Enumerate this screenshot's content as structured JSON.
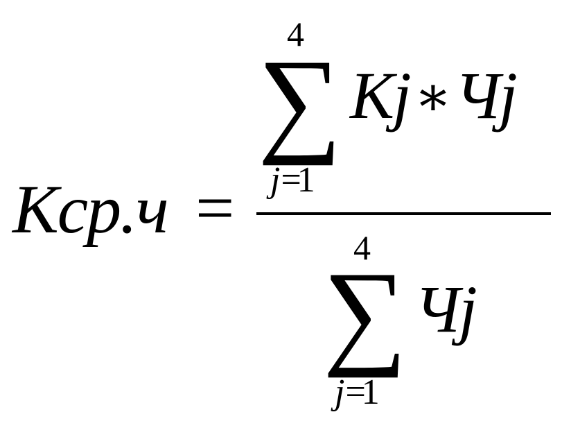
{
  "formula": {
    "lhs": "Kср.ч",
    "equals": "=",
    "numerator": {
      "sum_symbol": "∑",
      "upper_limit": "4",
      "lower_index": "j",
      "lower_equals": "=",
      "lower_start": "1",
      "factor_left": "Kj",
      "operator": "∗",
      "factor_right": "Чj"
    },
    "denominator": {
      "sum_symbol": "∑",
      "upper_limit": "4",
      "lower_index": "j",
      "lower_equals": "=",
      "lower_start": "1",
      "term": "Чj"
    }
  }
}
